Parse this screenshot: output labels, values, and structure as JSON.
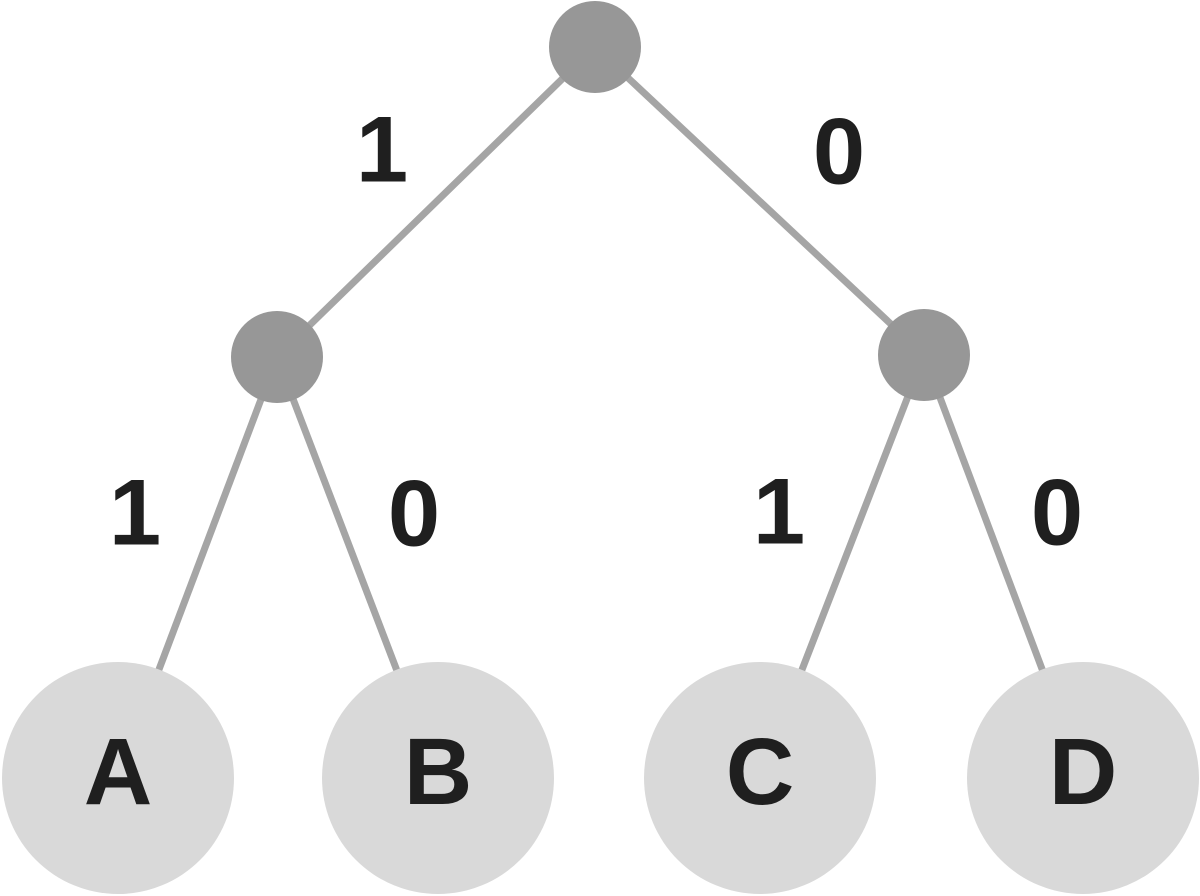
{
  "diagram": {
    "type": "binary-tree",
    "colors": {
      "background": "#ffffff",
      "internal_node": "#979797",
      "leaf_node": "#d9d9d9",
      "edge": "#a5a5a5",
      "label": "#1f1f1f"
    },
    "nodes": {
      "root": {
        "id": "root",
        "kind": "internal",
        "label": ""
      },
      "internal_left": {
        "id": "internal-left",
        "kind": "internal",
        "label": ""
      },
      "internal_right": {
        "id": "internal-right",
        "kind": "internal",
        "label": ""
      }
    },
    "leaves": [
      {
        "id": "leaf-a",
        "label": "A"
      },
      {
        "id": "leaf-b",
        "label": "B"
      },
      {
        "id": "leaf-c",
        "label": "C"
      },
      {
        "id": "leaf-d",
        "label": "D"
      }
    ],
    "edges": [
      {
        "from": "root",
        "to": "internal-left",
        "label": "1"
      },
      {
        "from": "root",
        "to": "internal-right",
        "label": "0"
      },
      {
        "from": "internal-left",
        "to": "leaf-a",
        "label": "1"
      },
      {
        "from": "internal-left",
        "to": "leaf-b",
        "label": "0"
      },
      {
        "from": "internal-right",
        "to": "leaf-c",
        "label": "1"
      },
      {
        "from": "internal-right",
        "to": "leaf-d",
        "label": "0"
      }
    ],
    "codes": {
      "A": "11",
      "B": "10",
      "C": "01",
      "D": "00"
    }
  }
}
